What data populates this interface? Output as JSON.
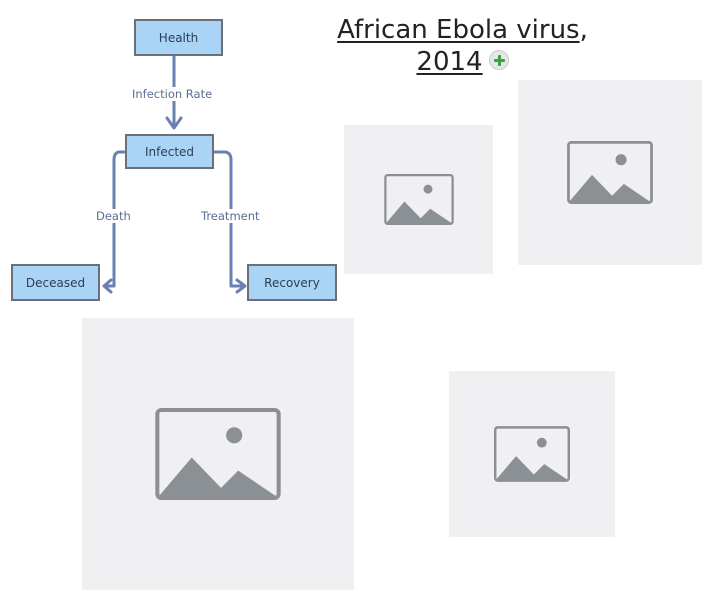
{
  "diagram": {
    "nodes": {
      "health": "Health",
      "infected": "Infected",
      "deceased": "Deceased",
      "recovery": "Recovery"
    },
    "edges": {
      "infection_rate": "Infection Rate",
      "death": "Death",
      "treatment": "Treatment"
    },
    "colors": {
      "node_fill": "#aad4f5",
      "node_border": "#6a7077",
      "arrow": "#6a80b3"
    }
  },
  "title": {
    "line1": "African Ebola virus",
    "line1_suffix": ",",
    "line2": "2014"
  },
  "icons": {
    "add": "plus-circle-icon",
    "image": "image-placeholder-icon"
  }
}
